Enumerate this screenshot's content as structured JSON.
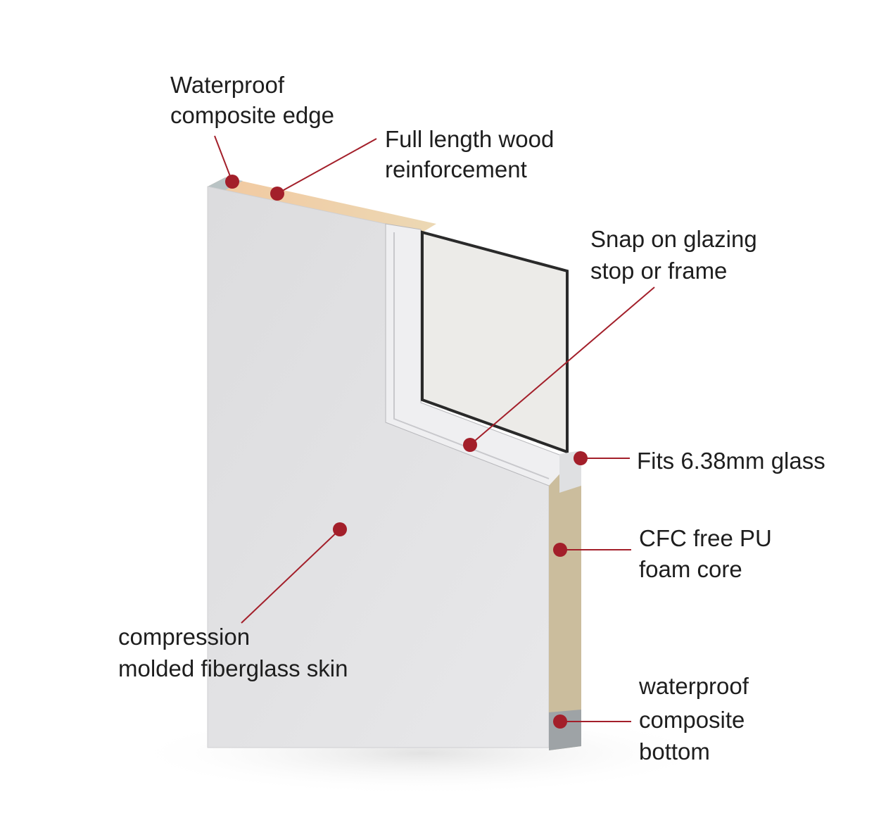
{
  "colors": {
    "accent": "#a31f2a",
    "face": "#e2e2e4",
    "foam": "#cbbd9d",
    "edge": "#9ea3a6"
  },
  "labels": {
    "waterproof_edge": [
      "Waterproof",
      "composite edge"
    ],
    "wood_reinforcement": [
      "Full length wood",
      "reinforcement"
    ],
    "glazing_stop": [
      "Snap on glazing",
      "stop or frame"
    ],
    "glass": [
      "Fits 6.38mm glass"
    ],
    "foam_core": [
      "CFC free PU",
      "foam core"
    ],
    "skin": [
      "compression",
      "molded fiberglass skin"
    ],
    "bottom": [
      "waterproof",
      "composite",
      "bottom"
    ]
  }
}
